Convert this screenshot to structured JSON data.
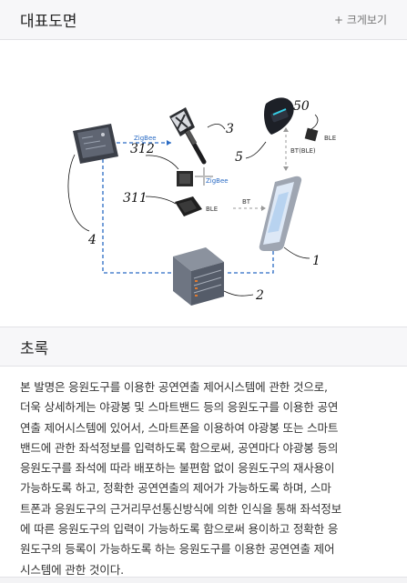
{
  "representative_drawing": {
    "title": "대표도면",
    "enlarge_label": "+ 크게보기",
    "figure_labels": {
      "n50": "50",
      "n3": "3",
      "n312": "312",
      "n5": "5",
      "n311": "311",
      "n4": "4",
      "n1": "1",
      "n2": "2",
      "zigbee_left": "ZigBee",
      "zigbee_right": "ZigBee",
      "ble_top": "BLE",
      "ble_mid": "BLE",
      "bt_ble": "BT(BLE)",
      "bt": "BT"
    }
  },
  "abstract": {
    "title": "초록",
    "lines": [
      "본 발명은 응원도구를 이용한 공연연출 제어시스템에 관한 것으로,",
      "더욱 상세하게는 야광봉 및 스마트밴드 등의 응원도구를 이용한 공연",
      "연출 제어시스템에 있어서, 스마트폰을 이용하여 야광봉 또는 스마트",
      "밴드에 관한 좌석정보를 입력하도록 함으로써, 공연마다 야광봉 등의",
      "응원도구를 좌석에 따라 배포하는 불편함 없이 응원도구의 재사용이",
      "가능하도록 하고, 정확한 공연연출의 제어가 가능하도록 하며, 스마",
      "트폰과 응원도구의 근거리무선통신방식에 의한 인식을 통해 좌석정보",
      "에 따른 응원도구의 입력이 가능하도록 함으로써 용이하고 정확한 응",
      "원도구의 등록이 가능하도록 하는 응원도구를 이용한 공연연출 제어",
      "시스템에 관한 것이다."
    ]
  }
}
